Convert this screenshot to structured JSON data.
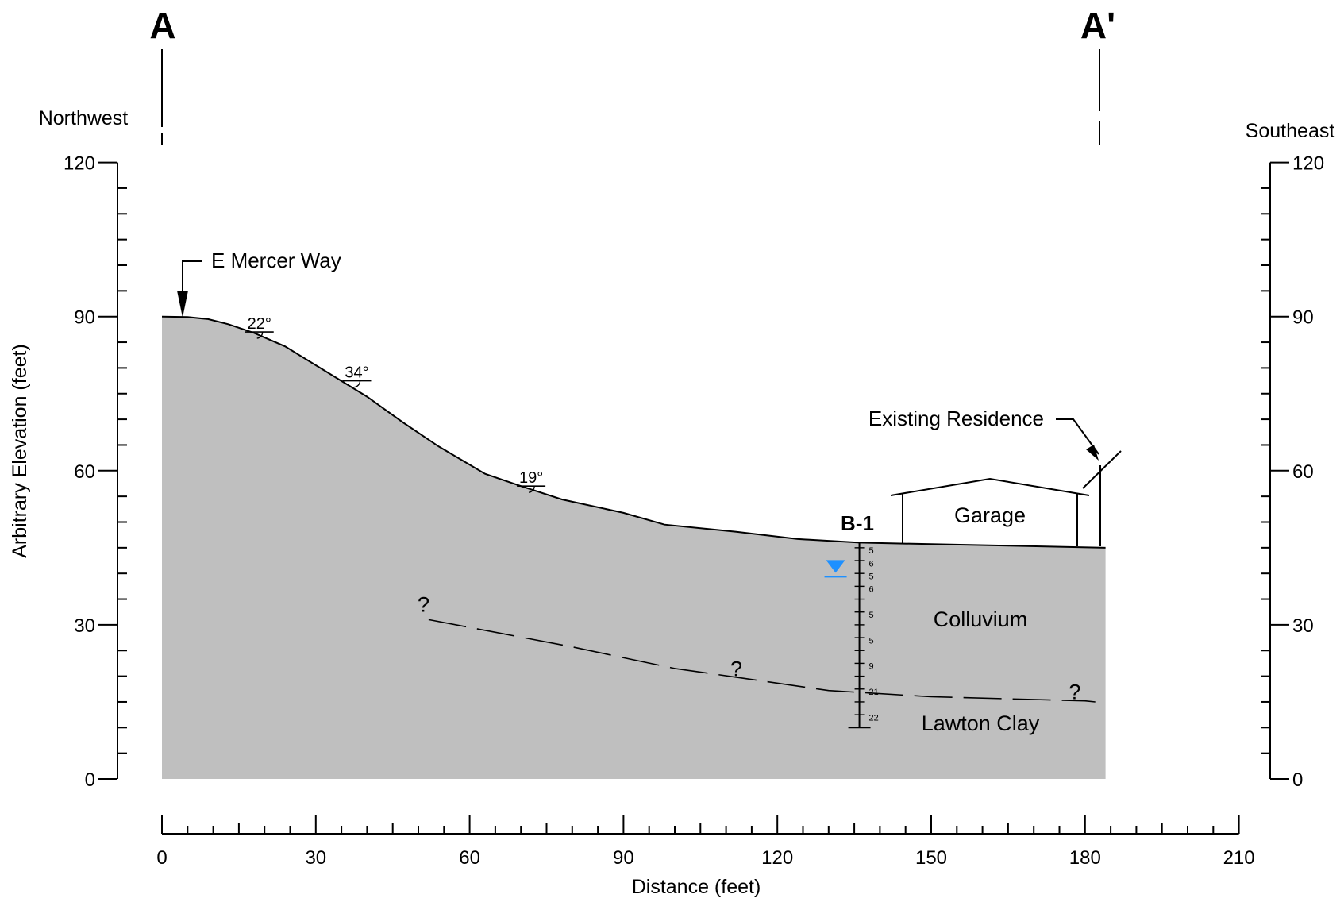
{
  "section": {
    "start_label": "A",
    "end_label": "A'",
    "start_direction": "Northwest",
    "end_direction": "Southeast"
  },
  "axes": {
    "x_title": "Distance (feet)",
    "y_title": "Arbitrary Elevation (feet)",
    "x_ticks": [
      "0",
      "30",
      "60",
      "90",
      "120",
      "150",
      "180",
      "210"
    ],
    "y_ticks": [
      "0",
      "30",
      "60",
      "90",
      "120"
    ],
    "x_range": [
      0,
      210
    ],
    "y_range": [
      0,
      120
    ]
  },
  "annotations": {
    "road": "E Mercer Way",
    "residence": "Existing Residence",
    "garage": "Garage",
    "slope_angles": [
      "22°",
      "34°",
      "19°"
    ]
  },
  "units": {
    "upper": "Colluvium",
    "lower": "Lawton Clay",
    "uncertain_mark": "?"
  },
  "boring": {
    "id": "B-1",
    "blow_counts": [
      "5",
      "6",
      "5",
      "6",
      "5",
      "5",
      "9",
      "21",
      "22"
    ],
    "water_level_color": "#1e90ff"
  },
  "colors": {
    "soil_fill": "#bfbfbf",
    "line": "#000000"
  },
  "chart_data": {
    "type": "line",
    "xlabel": "Distance (feet)",
    "ylabel": "Arbitrary Elevation (feet)",
    "xlim": [
      0,
      210
    ],
    "ylim": [
      0,
      120
    ],
    "series": [
      {
        "x": [
          0,
          5,
          9,
          13,
          18,
          24,
          32,
          40,
          47,
          54,
          63,
          70,
          78,
          90,
          98,
          112,
          124,
          136,
          150,
          165,
          184
        ],
        "y": [
          90,
          89.9,
          89.5,
          88.5,
          86.8,
          84.2,
          79.3,
          74.4,
          69.4,
          64.7,
          59.4,
          57.0,
          54.4,
          51.8,
          49.5,
          48.1,
          46.7,
          46.0,
          45.7,
          45.4,
          45.0
        ]
      },
      {
        "x": [
          52,
          80,
          100,
          112,
          130,
          150,
          180,
          182
        ],
        "y": [
          31,
          25.7,
          21.5,
          19.8,
          17.2,
          16.0,
          15.2,
          15.0
        ]
      }
    ],
    "boring_B1": {
      "x": 136,
      "top_elevation": 46,
      "bottom_elevation": 10,
      "water_elevation": 39.5,
      "samples": [
        {
          "elevation": 44.5,
          "blows": 5
        },
        {
          "elevation": 42,
          "blows": 6
        },
        {
          "elevation": 39.5,
          "blows": 5
        },
        {
          "elevation": 37,
          "blows": 6
        },
        {
          "elevation": 32,
          "blows": 5
        },
        {
          "elevation": 27,
          "blows": 5
        },
        {
          "elevation": 22,
          "blows": 9
        },
        {
          "elevation": 17,
          "blows": 21
        },
        {
          "elevation": 12,
          "blows": 22
        }
      ]
    },
    "slope_angles": [
      {
        "x": 19,
        "y": 87,
        "deg": 22
      },
      {
        "x": 38,
        "y": 77.5,
        "deg": 34
      },
      {
        "x": 72,
        "y": 57,
        "deg": 19
      }
    ]
  }
}
